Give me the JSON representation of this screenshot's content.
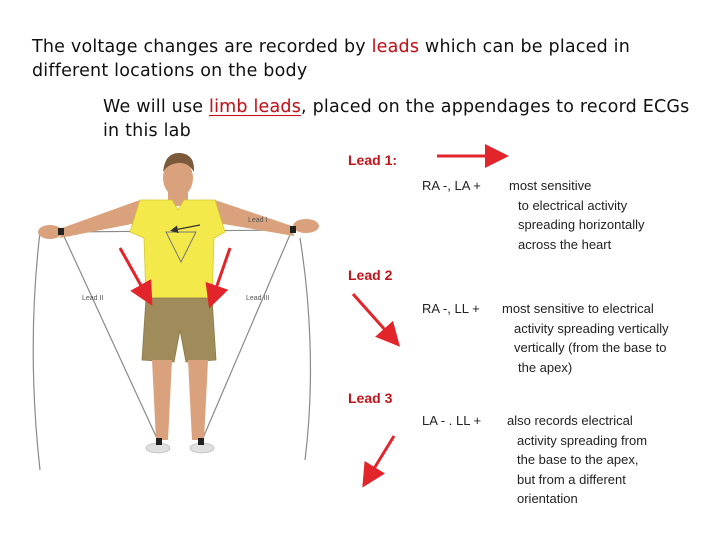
{
  "intro": {
    "before": "The voltage changes are recorded by ",
    "highlight": "leads",
    "after": " which can be placed in different locations on the body"
  },
  "limb": {
    "before": "We will use ",
    "highlight": "limb leads",
    "after": ", placed on the appendages to record ECGs in this lab"
  },
  "figure_labels": {
    "lead1": "Lead I",
    "lead2": "Lead II",
    "lead3": "Lead III"
  },
  "leads": [
    {
      "title": "Lead 1:",
      "polarity": "RA -, LA +",
      "lines": [
        "most sensitive",
        "to electrical activity",
        "spreading horizontally",
        "across the heart"
      ]
    },
    {
      "title": "Lead 2",
      "polarity": "RA -, LL +",
      "lines": [
        "most sensitive to electrical",
        "activity  spreading vertically",
        "vertically (from the base to",
        "the apex)"
      ]
    },
    {
      "title": "Lead 3",
      "polarity": "LA - . LL +",
      "lines": [
        "also records electrical",
        "activity spreading from",
        "the base to the apex,",
        "but from a different",
        "orientation"
      ]
    }
  ],
  "colors": {
    "accent": "#c0141c",
    "arrow": "#e2242b",
    "shirt": "#f4e94a",
    "shorts": "#a08c5a",
    "skin": "#d9a27c"
  }
}
